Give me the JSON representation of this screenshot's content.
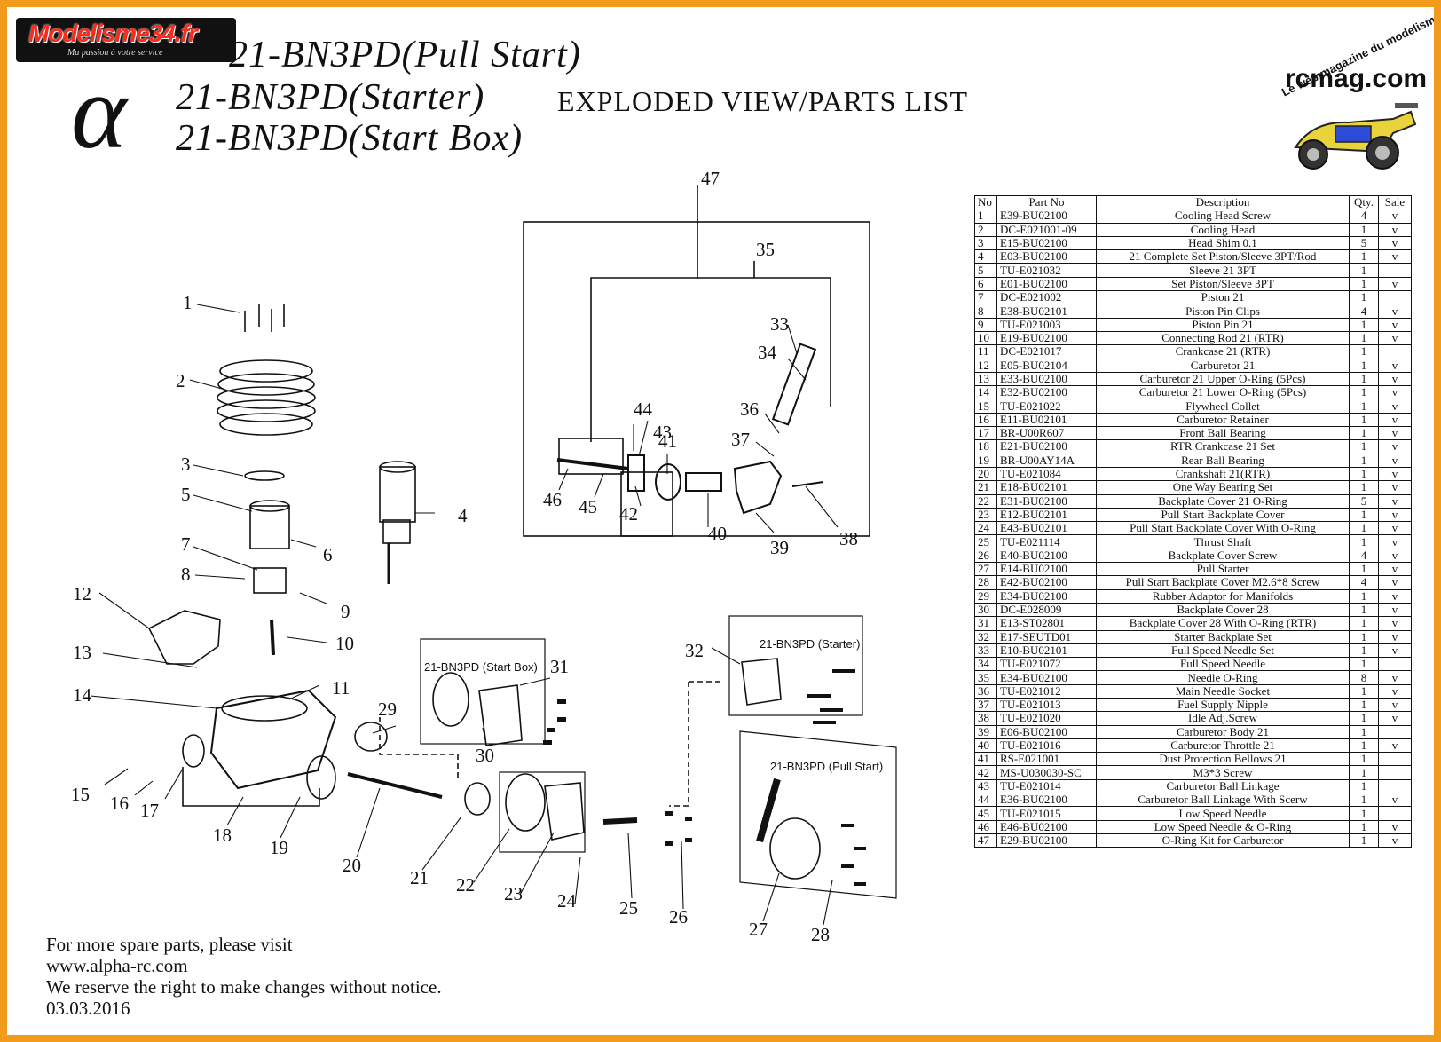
{
  "watermark_left": {
    "brand": "Modelisme34.fr",
    "tagline": "Ma passion à votre service"
  },
  "watermark_right": {
    "arc": "Le web magazine du modelisme",
    "word": "rcmag.com"
  },
  "header": {
    "alpha": "α",
    "lines": [
      "21-BN3PD(Pull Start)",
      "21-BN3PD(Starter)",
      "21-BN3PD(Start Box)"
    ],
    "subtitle": "EXPLODED VIEW/PARTS LIST"
  },
  "diagram": {
    "callouts": [
      "1",
      "2",
      "3",
      "4",
      "5",
      "6",
      "7",
      "8",
      "9",
      "10",
      "11",
      "12",
      "13",
      "14",
      "15",
      "16",
      "17",
      "18",
      "19",
      "20",
      "21",
      "22",
      "23",
      "24",
      "25",
      "26",
      "27",
      "28",
      "29",
      "30",
      "31",
      "32",
      "33",
      "34",
      "35",
      "36",
      "37",
      "38",
      "39",
      "40",
      "41",
      "42",
      "43",
      "44",
      "45",
      "46",
      "47"
    ],
    "box_labels": {
      "start_box": "21-BN3PD (Start Box)",
      "starter": "21-BN3PD (Starter)",
      "pull_start": "21-BN3PD (Pull Start)"
    }
  },
  "parts_table": {
    "headers": [
      "No",
      "Part No",
      "Description",
      "Qty.",
      "Sale"
    ],
    "rows": [
      [
        "1",
        "E39-BU02100",
        "Cooling Head Screw",
        "4",
        "v"
      ],
      [
        "2",
        "DC-E021001-09",
        "Cooling Head",
        "1",
        "v"
      ],
      [
        "3",
        "E15-BU02100",
        "Head Shim 0.1",
        "5",
        "v"
      ],
      [
        "4",
        "E03-BU02100",
        "21 Complete Set Piston/Sleeve 3PT/Rod",
        "1",
        "v"
      ],
      [
        "5",
        "TU-E021032",
        "Sleeve 21 3PT",
        "1",
        ""
      ],
      [
        "6",
        "E01-BU02100",
        "Set Piston/Sleeve 3PT",
        "1",
        "v"
      ],
      [
        "7",
        "DC-E021002",
        "Piston 21",
        "1",
        ""
      ],
      [
        "8",
        "E38-BU02101",
        "Piston Pin Clips",
        "4",
        "v"
      ],
      [
        "9",
        "TU-E021003",
        "Piston Pin 21",
        "1",
        "v"
      ],
      [
        "10",
        "E19-BU02100",
        "Connecting Rod 21 (RTR)",
        "1",
        "v"
      ],
      [
        "11",
        "DC-E021017",
        "Crankcase 21 (RTR)",
        "1",
        ""
      ],
      [
        "12",
        "E05-BU02104",
        "Carburetor 21",
        "1",
        "v"
      ],
      [
        "13",
        "E33-BU02100",
        "Carburetor 21 Upper O-Ring (5Pcs)",
        "1",
        "v"
      ],
      [
        "14",
        "E32-BU02100",
        "Carburetor 21 Lower O-Ring (5Pcs)",
        "1",
        "v"
      ],
      [
        "15",
        "TU-E021022",
        "Flywheel Collet",
        "1",
        "v"
      ],
      [
        "16",
        "E11-BU02101",
        "Carburetor Retainer",
        "1",
        "v"
      ],
      [
        "17",
        "BR-U00R607",
        "Front Ball Bearing",
        "1",
        "v"
      ],
      [
        "18",
        "E21-BU02100",
        "RTR Crankcase 21 Set",
        "1",
        "v"
      ],
      [
        "19",
        "BR-U00AY14A",
        "Rear Ball Bearing",
        "1",
        "v"
      ],
      [
        "20",
        "TU-E021084",
        "Crankshaft 21(RTR)",
        "1",
        "v"
      ],
      [
        "21",
        "E18-BU02101",
        "One Way Bearing Set",
        "1",
        "v"
      ],
      [
        "22",
        "E31-BU02100",
        "Backplate Cover 21 O-Ring",
        "5",
        "v"
      ],
      [
        "23",
        "E12-BU02101",
        "Pull Start Backplate Cover",
        "1",
        "v"
      ],
      [
        "24",
        "E43-BU02101",
        "Pull Start Backplate Cover With O-Ring",
        "1",
        "v"
      ],
      [
        "25",
        "TU-E021114",
        "Thrust Shaft",
        "1",
        "v"
      ],
      [
        "26",
        "E40-BU02100",
        "Backplate Cover Screw",
        "4",
        "v"
      ],
      [
        "27",
        "E14-BU02100",
        "Pull Starter",
        "1",
        "v"
      ],
      [
        "28",
        "E42-BU02100",
        "Pull Start Backplate Cover M2.6*8 Screw",
        "4",
        "v"
      ],
      [
        "29",
        "E34-BU02100",
        "Rubber Adaptor for Manifolds",
        "1",
        "v"
      ],
      [
        "30",
        "DC-E028009",
        "Backplate Cover 28",
        "1",
        "v"
      ],
      [
        "31",
        "E13-ST02801",
        "Backplate Cover 28 With O-Ring (RTR)",
        "1",
        "v"
      ],
      [
        "32",
        "E17-SEUTD01",
        "Starter Backplate Set",
        "1",
        "v"
      ],
      [
        "33",
        "E10-BU02101",
        "Full Speed Needle Set",
        "1",
        "v"
      ],
      [
        "34",
        "TU-E021072",
        "Full Speed Needle",
        "1",
        ""
      ],
      [
        "35",
        "E34-BU02100",
        "Needle O-Ring",
        "8",
        "v"
      ],
      [
        "36",
        "TU-E021012",
        "Main Needle Socket",
        "1",
        "v"
      ],
      [
        "37",
        "TU-E021013",
        "Fuel Supply Nipple",
        "1",
        "v"
      ],
      [
        "38",
        "TU-E021020",
        "Idle Adj.Screw",
        "1",
        "v"
      ],
      [
        "39",
        "E06-BU02100",
        "Carburetor Body 21",
        "1",
        ""
      ],
      [
        "40",
        "TU-E021016",
        "Carburetor Throttle 21",
        "1",
        "v"
      ],
      [
        "41",
        "RS-E021001",
        "Dust Protection Bellows 21",
        "1",
        ""
      ],
      [
        "42",
        "MS-U030030-SC",
        "M3*3 Screw",
        "1",
        ""
      ],
      [
        "43",
        "TU-E021014",
        "Carburetor Ball Linkage",
        "1",
        ""
      ],
      [
        "44",
        "E36-BU02100",
        "Carburetor Ball Linkage With Scerw",
        "1",
        "v"
      ],
      [
        "45",
        "TU-E021015",
        "Low Speed Needle",
        "1",
        ""
      ],
      [
        "46",
        "E46-BU02100",
        "Low Speed Needle & O-Ring",
        "1",
        "v"
      ],
      [
        "47",
        "E29-BU02100",
        "O-Ring Kit for Carburetor",
        "1",
        "v"
      ]
    ]
  },
  "footer": {
    "line1": "For more spare parts, please visit",
    "line2": "www.alpha-rc.com",
    "line3": "We reserve the right to make changes without notice.",
    "line4": "03.03.2016"
  }
}
